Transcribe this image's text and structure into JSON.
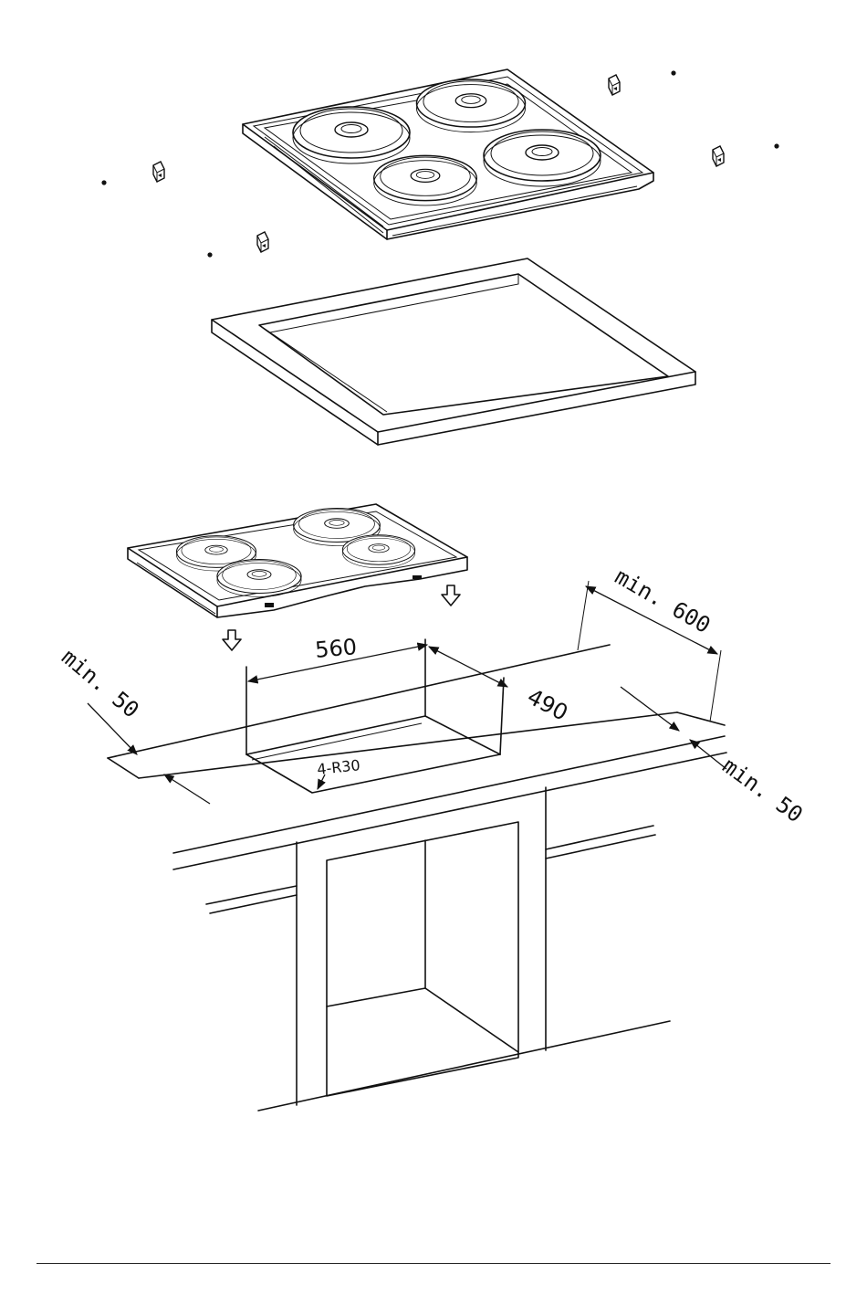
{
  "dimensions": {
    "cutout_width": "560",
    "cutout_depth": "490",
    "min_depth": "min. 600",
    "min_front": "min. 50",
    "min_side": "min. 50",
    "corner_radius": "4-R30"
  },
  "colors": {
    "line": "#111111",
    "background": "#ffffff"
  },
  "icons": {
    "down_arrow": "down-arrow-icon",
    "mounting_clip": "mounting-clip-icon",
    "screw": "screw-icon"
  }
}
